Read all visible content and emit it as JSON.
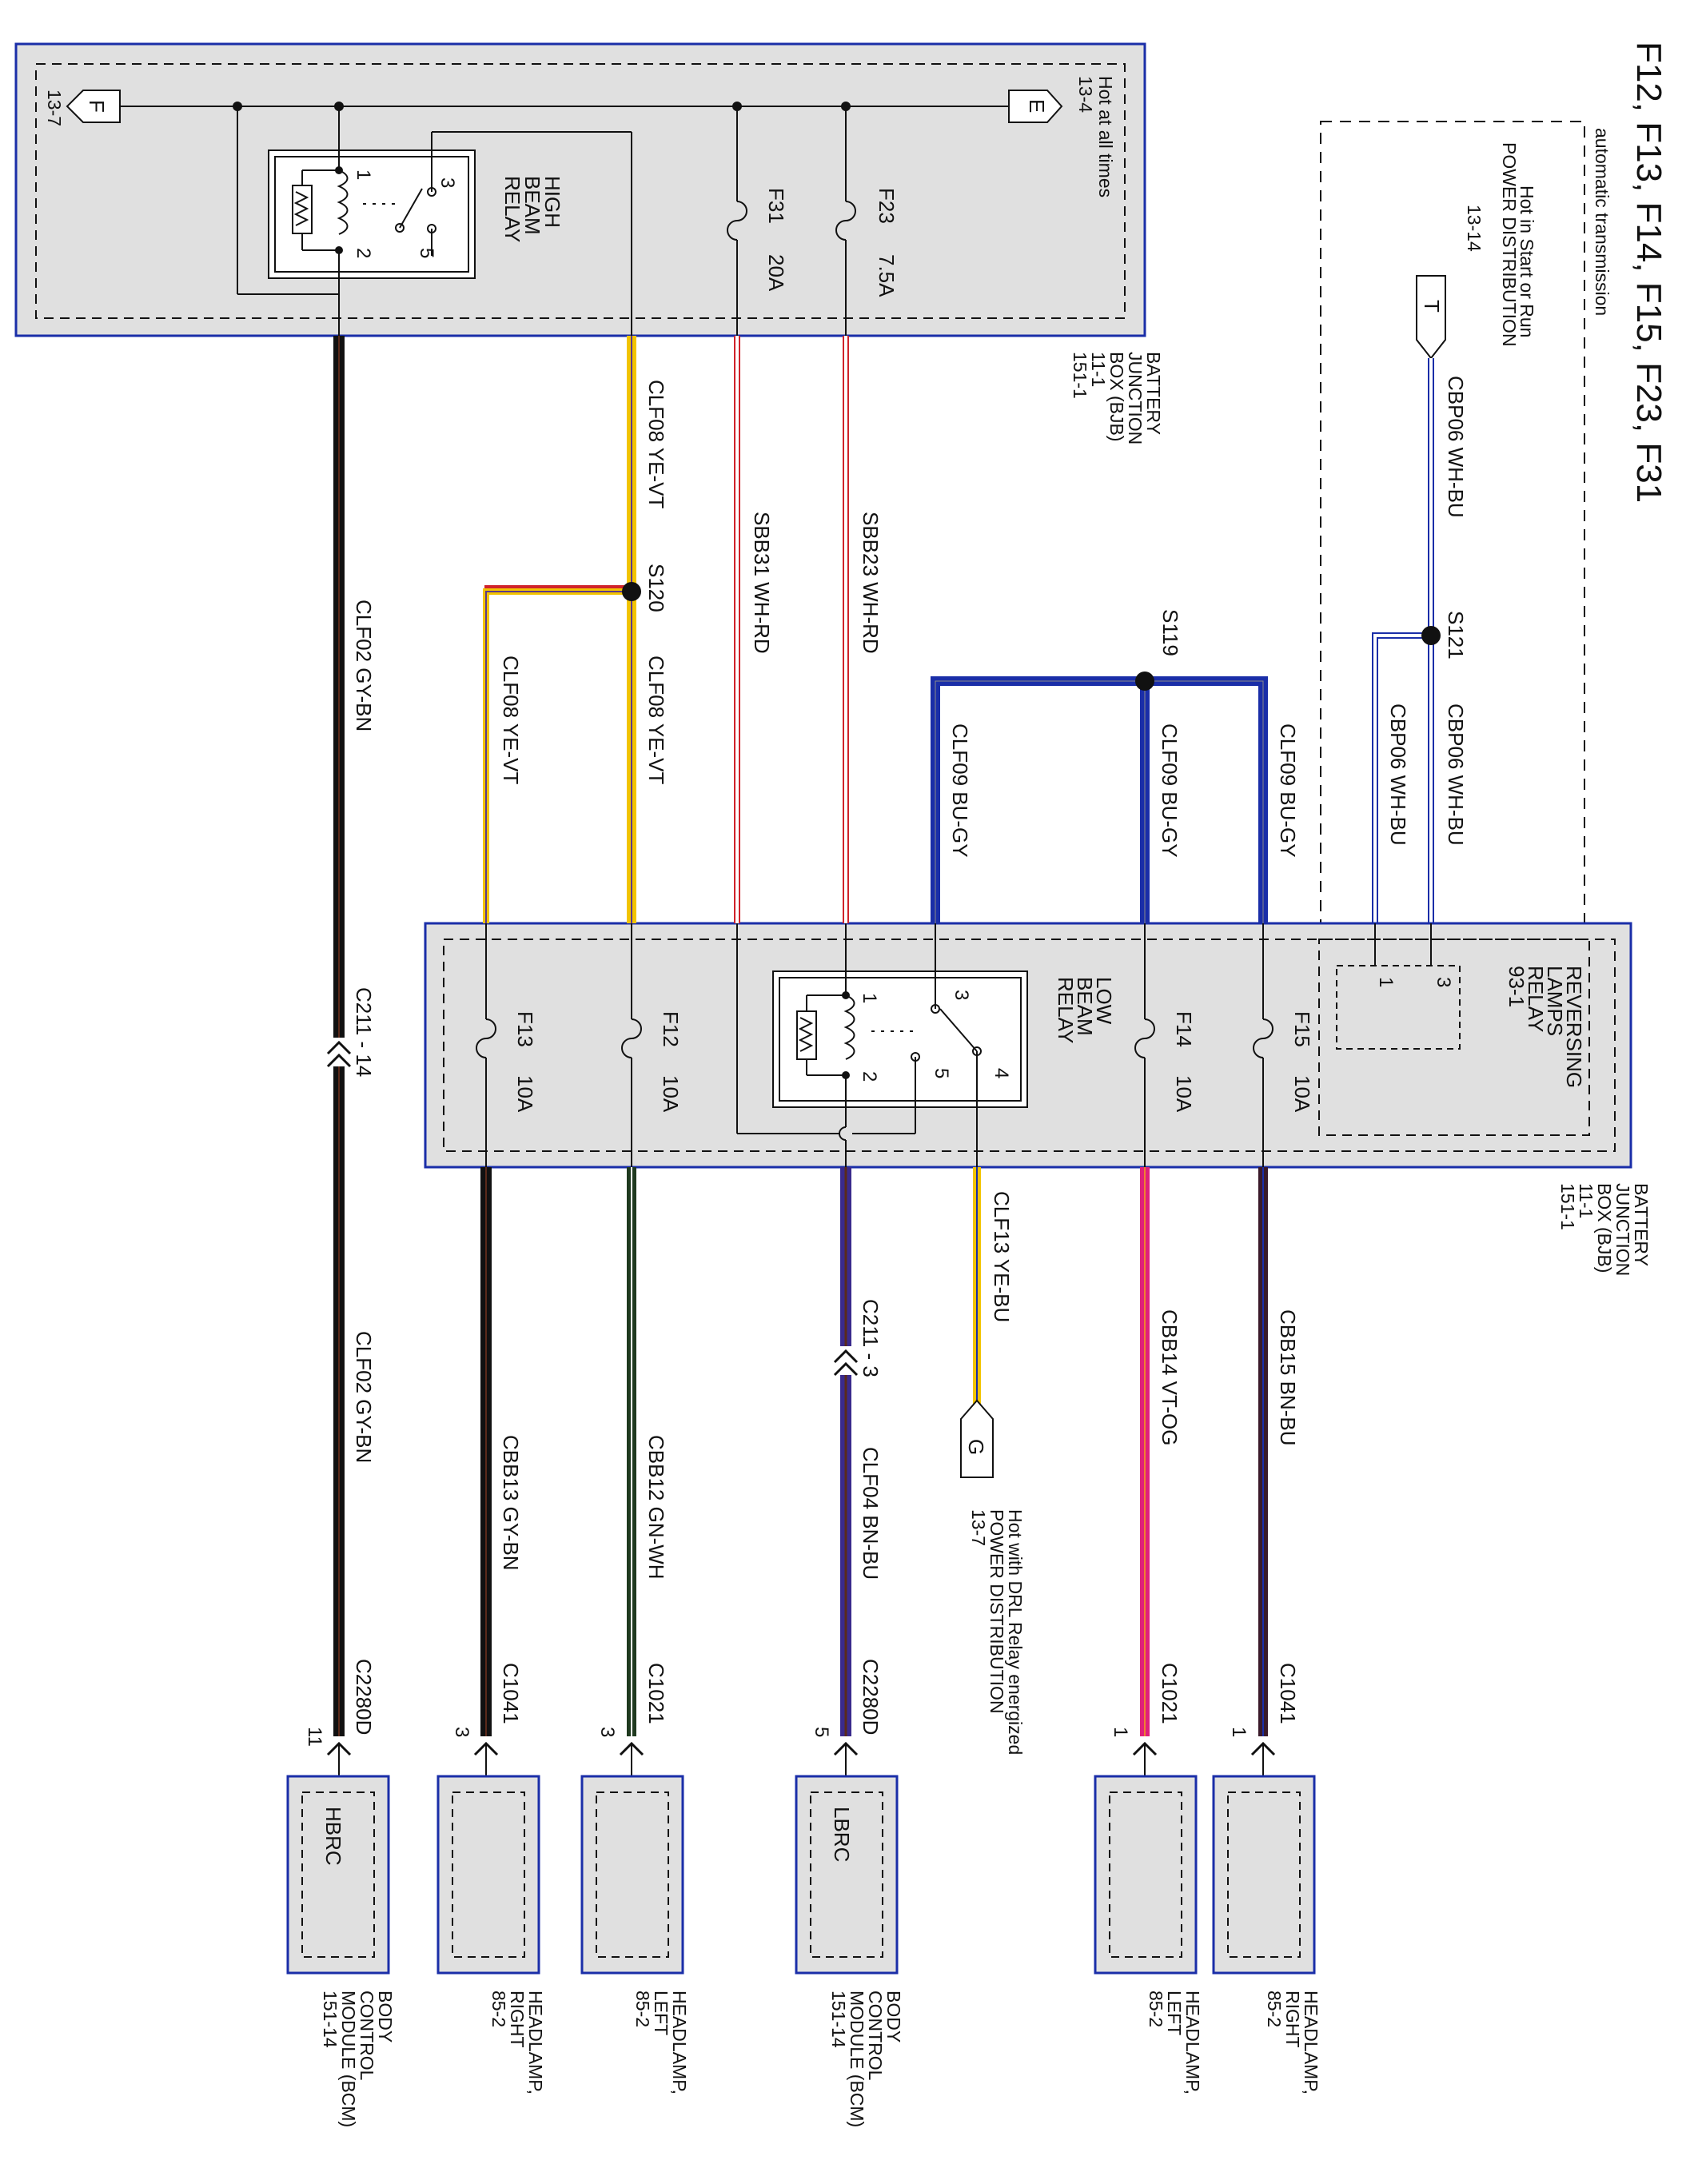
{
  "title": "F12, F13, F14, F15, F23, F31",
  "note": "automatic transmission",
  "sources": {
    "F": {
      "letter": "F",
      "ref": "13-7"
    },
    "E": {
      "letter": "E",
      "lines": [
        "Hot at all times",
        "13-4"
      ]
    },
    "T": {
      "letter": "T",
      "lines": [
        "Hot in Start or Run",
        "POWER DISTRIBUTION",
        "13-14"
      ]
    },
    "G": {
      "letter": "G",
      "lines": [
        "Hot with DRL Relay energized",
        "POWER DISTRIBUTION",
        "13-7"
      ]
    }
  },
  "bjb": {
    "lines": [
      "BATTERY",
      "JUNCTION",
      "BOX (BJB)",
      "11-1",
      "151-1"
    ]
  },
  "high_beam_relay": {
    "lines": [
      "HIGH",
      "BEAM",
      "RELAY"
    ],
    "pins": [
      "1",
      "2",
      "3",
      "5"
    ]
  },
  "low_beam_relay": {
    "lines": [
      "LOW",
      "BEAM",
      "RELAY"
    ],
    "pins": [
      "1",
      "2",
      "3",
      "4",
      "5"
    ]
  },
  "reversing_relay": {
    "lines": [
      "REVERSING",
      "LAMPS",
      "RELAY",
      "93-1"
    ],
    "pins": [
      "3",
      "1"
    ]
  },
  "fuses": {
    "f31": {
      "id": "F31",
      "rating": "20A"
    },
    "f23": {
      "id": "F23",
      "rating": "7.5A"
    },
    "f13": {
      "id": "F13",
      "rating": "10A"
    },
    "f12": {
      "id": "F12",
      "rating": "10A"
    },
    "f14": {
      "id": "F14",
      "rating": "10A"
    },
    "f15": {
      "id": "F15",
      "rating": "10A"
    }
  },
  "splices": {
    "s119": "S119",
    "s120": "S120",
    "s121": "S121"
  },
  "wires": {
    "clf02_upper": "CLF02   GY-BN",
    "clf02_lower": "CLF02   GY-BN",
    "clf08_a": "CLF08   YE-VT",
    "clf08_b": "CLF08   YE-VT",
    "clf08_c": "CLF08   YE-VT",
    "sbb31": "SBB31   WH-RD",
    "sbb23": "SBB23   WH-RD",
    "clf09_a": "CLF09   BU-GY",
    "clf09_b": "CLF09   BU-GY",
    "clf09_c": "CLF09   BU-GY",
    "cbp06_a": "CBP06   WH-BU",
    "cbp06_b": "CBP06   WH-BU",
    "cbp06_c": "CBP06   WH-BU",
    "cbb13": "CBB13   GY-BN",
    "cbb12": "CBB12   GN-WH",
    "clf04": "CLF04   BN-BU",
    "clf13": "CLF13   YE-BU",
    "cbb14": "CBB14   VT-OG",
    "cbb15": "CBB15   BN-BU"
  },
  "inline_connectors": {
    "c211_14": "C211 - 14",
    "c211_3": "C211 - 3"
  },
  "end_connectors": [
    {
      "conn": "C2280D",
      "pin": "11",
      "module_label": "HBRC",
      "lines": [
        "BODY",
        "CONTROL",
        "MODULE (BCM)",
        "151-14"
      ]
    },
    {
      "conn": "C1041",
      "pin": "3",
      "module_label": "",
      "lines": [
        "HEADLAMP,",
        "RIGHT",
        "85-2"
      ]
    },
    {
      "conn": "C1021",
      "pin": "3",
      "module_label": "",
      "lines": [
        "HEADLAMP,",
        "LEFT",
        "85-2"
      ]
    },
    {
      "conn": "C2280D",
      "pin": "5",
      "module_label": "LBRC",
      "lines": [
        "BODY",
        "CONTROL",
        "MODULE (BCM)",
        "151-14"
      ]
    },
    {
      "conn": "C1021",
      "pin": "1",
      "module_label": "",
      "lines": [
        "HEADLAMP,",
        "LEFT",
        "85-2"
      ]
    },
    {
      "conn": "C1041",
      "pin": "1",
      "module_label": "",
      "lines": [
        "HEADLAMP,",
        "RIGHT",
        "85-2"
      ]
    }
  ],
  "colors": {
    "black": "#111111",
    "yellow": "#f2c400",
    "red": "#d0232a",
    "blue": "#1a2ea8",
    "violet": "#3a2a8c",
    "magenta": "#e0207a",
    "green": "#2b6a2b",
    "brown": "#5a2a1a",
    "box_fill": "#e0e0e0",
    "box_stroke": "#1a2ea8"
  }
}
